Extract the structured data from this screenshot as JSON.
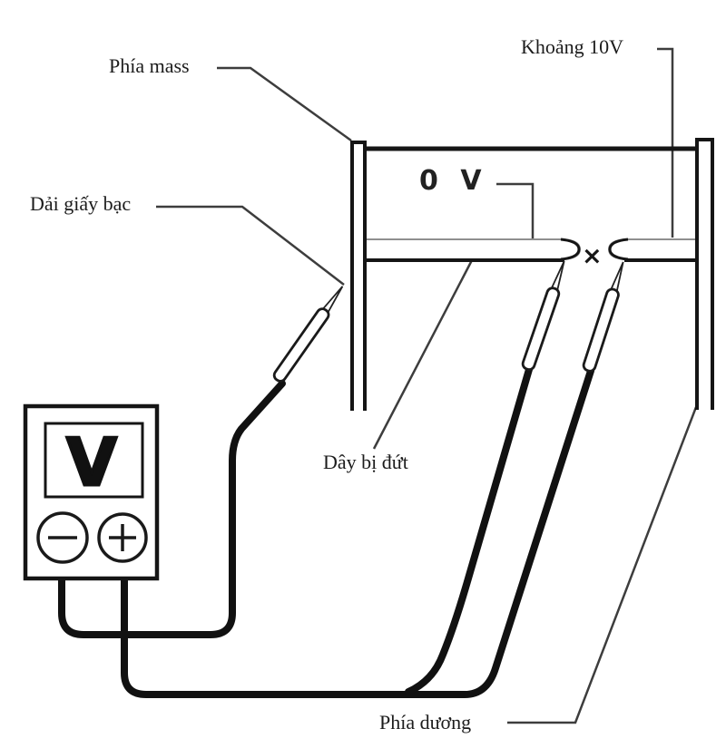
{
  "diagram": {
    "description_labels": {
      "ground_side": "Phía mass",
      "foil_strip": "Dải giấy bạc",
      "zero_volt": "0 V",
      "about_ten_volt": "Khoảng 10V",
      "broken_wire": "Dây bị đứt",
      "positive_side": "Phía dương",
      "break_mark": "×"
    },
    "voltmeter": {
      "display_symbol": "V",
      "negative_terminal": "−",
      "positive_terminal": "+"
    },
    "colors": {
      "line": "#151515",
      "leader": "#3d3d3d",
      "strip_outline": "#8f8f8f",
      "background": "#ffffff"
    }
  }
}
